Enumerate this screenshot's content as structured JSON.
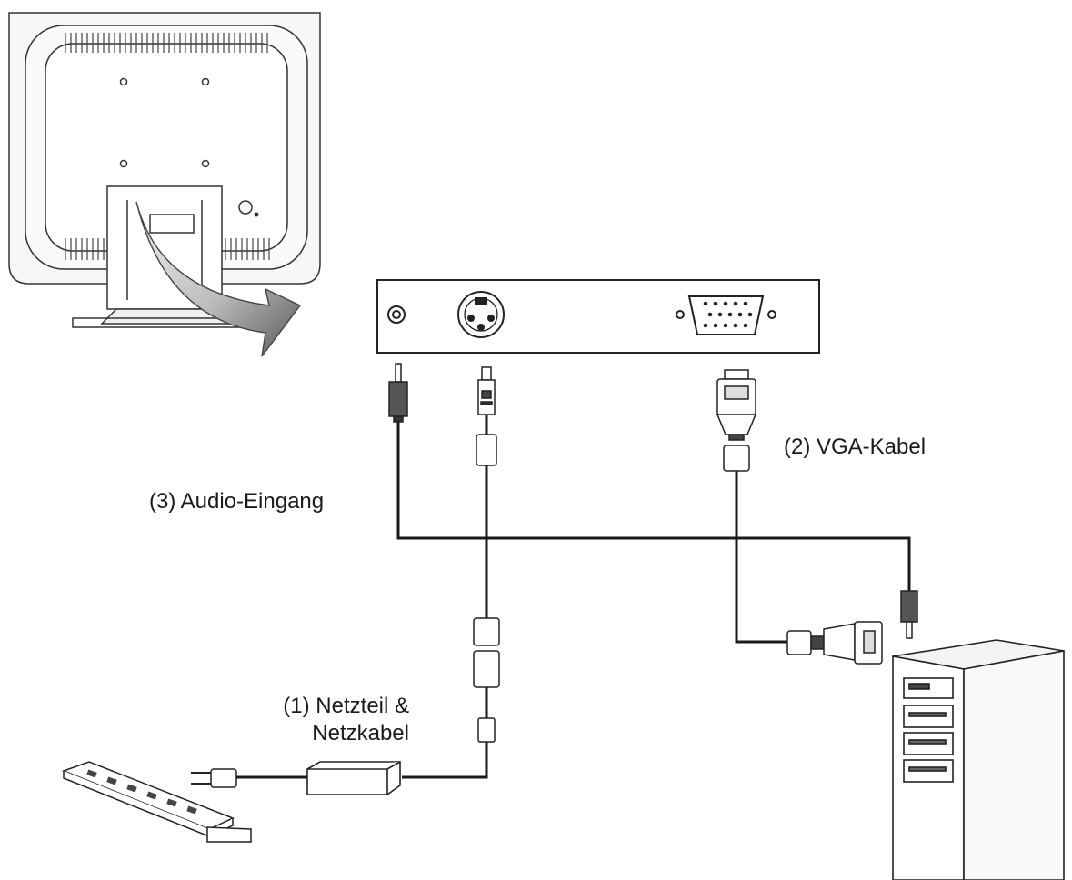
{
  "labels": {
    "vga_cable": "(2) VGA-Kabel",
    "audio_input": "(3) Audio-Eingang",
    "power_line1": "(1) Netzteil &",
    "power_line2": "Netzkabel"
  },
  "colors": {
    "ink": "#1a1a1a",
    "panel_fill": "#ffffff",
    "arrow_light": "#e6e6e6",
    "arrow_dark": "#6f6f6f",
    "monitor_fill": "#f5f5f5"
  },
  "icons": {
    "monitor": "monitor-back-icon",
    "io_panel": "connector-panel-icon",
    "computer": "desktop-tower-icon",
    "power_strip": "power-strip-icon",
    "adapter": "power-adapter-icon"
  }
}
